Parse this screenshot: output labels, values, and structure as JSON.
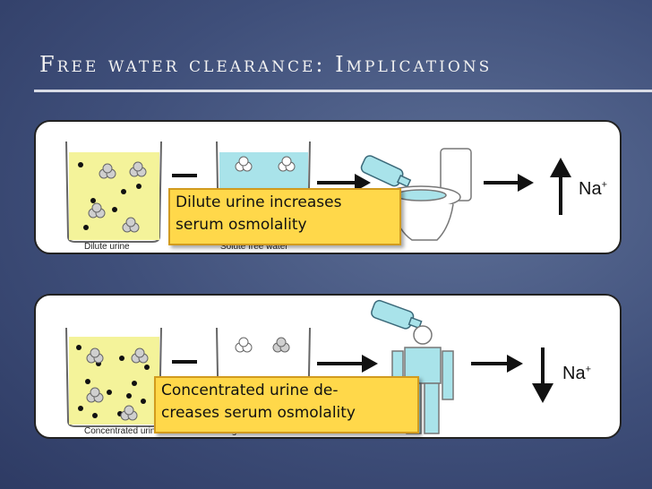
{
  "title": "Free water clearance: Implications",
  "panel1": {
    "caption_left": "Dilute urine",
    "caption_right": "Solute free water",
    "callout": [
      "Dilute urine increases",
      "serum osmolality"
    ],
    "ion": "Na",
    "ion_charge": "+",
    "arrow_direction": "up"
  },
  "panel2": {
    "caption_left": "Concentrated urine",
    "caption_right": "Negative free water",
    "callout": [
      "Concentrated urine de-",
      "creases serum osmolality"
    ],
    "ion": "Na",
    "ion_charge": "+",
    "arrow_direction": "down"
  },
  "colors": {
    "urine": "#f4f39a",
    "water": "#a9e3ea",
    "callout": "#ffd84a"
  }
}
